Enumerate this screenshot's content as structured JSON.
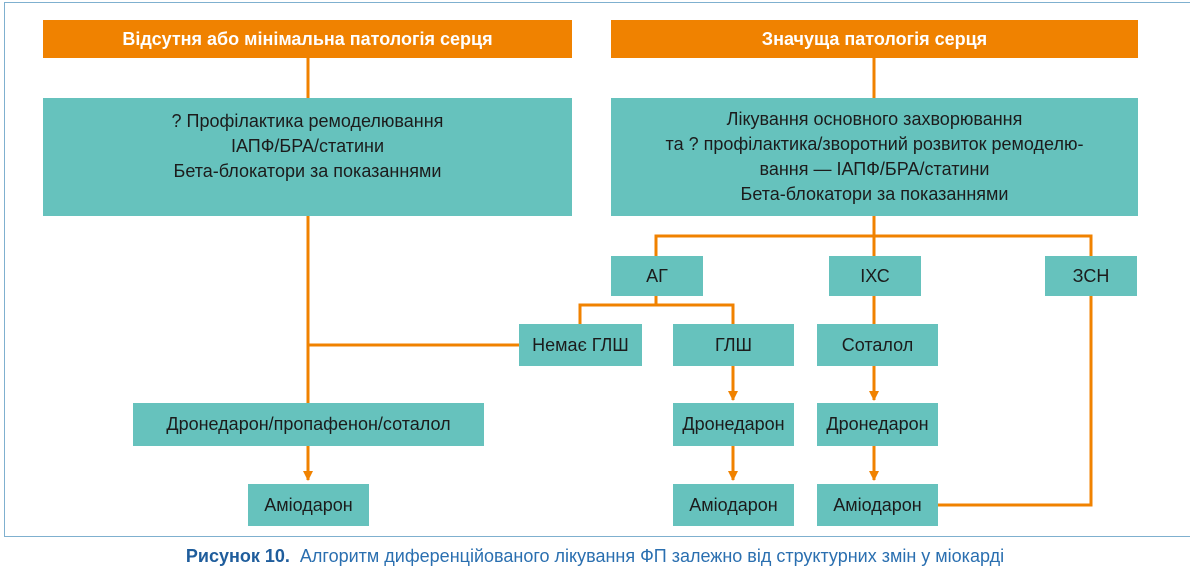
{
  "headers": {
    "left": "Відсутня або мінімальна патологія серця",
    "right": "Значуща патологія серця"
  },
  "left_top_box": {
    "lines": [
      "? Профілактика ремоделювання",
      "ІАПФ/БРА/статини",
      "Бета-блокатори за показаннями"
    ]
  },
  "right_top_box": {
    "lines": [
      "Лікування основного захворювання",
      "та ? профілактика/зворотний розвиток ремоделю-",
      "вання — ІАПФ/БРА/статини",
      "Бета-блокатори за показаннями"
    ]
  },
  "nodes": {
    "ag": "АГ",
    "ihs": "ІХС",
    "zsn": "ЗСН",
    "no_glsh": "Немає ГЛШ",
    "glsh": "ГЛШ",
    "sotalol": "Соталол",
    "dron_prop_sot": "Дронедарон/пропафенон/соталол",
    "dron_glsh": "Дронедарон",
    "dron_ihs": "Дронедарон",
    "amio_left": "Аміодарон",
    "amio_glsh": "Аміодарон",
    "amio_ihs": "Аміодарон"
  },
  "caption": {
    "label": "Рисунок 10.",
    "text": "Алгоритм диференційованого лікування ФП залежно від структурних змін у міокарді"
  },
  "colors": {
    "header_orange": "#f08200",
    "box_teal": "#66c2bd",
    "connector_orange": "#f08200",
    "caption_blue": "#2a6fb0"
  }
}
